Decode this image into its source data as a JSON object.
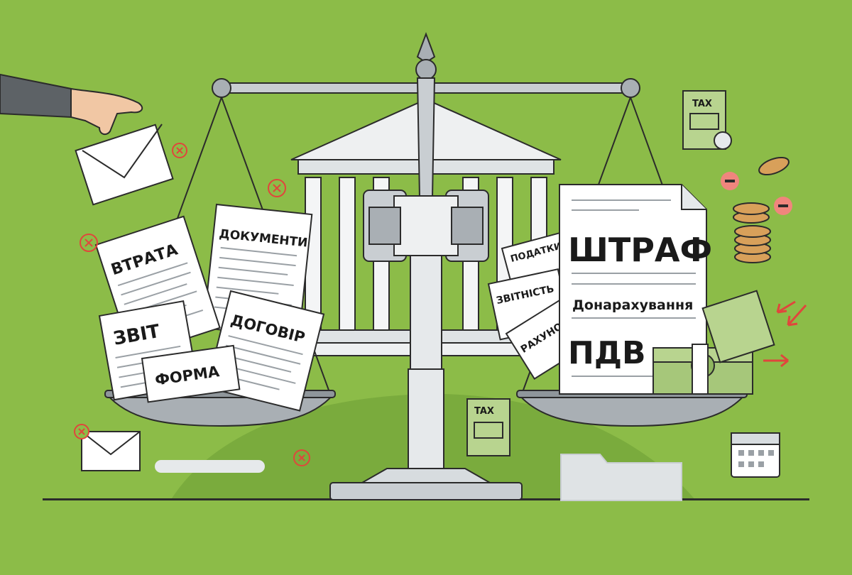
{
  "left_pan": {
    "documents": [
      {
        "label": "ВТРАТА"
      },
      {
        "label": "ДОКУМЕНТИ"
      },
      {
        "label": "ЗВІТ"
      },
      {
        "label": "ДОГОВІР"
      },
      {
        "label": "ФОРМА"
      }
    ]
  },
  "right_pan": {
    "main_document": {
      "title": "ШТРАФ",
      "subtitle": "Донарахування",
      "footer": "ПДВ"
    },
    "stacked_documents": [
      {
        "label": "ПОДАТКИ"
      },
      {
        "label": "ЗВІТНІСТЬ"
      },
      {
        "label": "РАХУНОК"
      }
    ]
  },
  "tax_forms": [
    {
      "label": "TAX"
    },
    {
      "label": "TAX"
    }
  ],
  "colors": {
    "background": "#8cbc48",
    "background_dark": "#7aab3d",
    "outline": "#2b2b2b",
    "metal": "#d7dcdf",
    "metal_dark": "#a9afb4",
    "paper": "#ffffff",
    "error_red": "#e0463c",
    "money_green": "#a6c77a",
    "coin_gold": "#d8a05a"
  },
  "icons": [
    "hand-icon",
    "envelope-icon",
    "error-x-icon",
    "courthouse-icon",
    "gavel-icon",
    "coin-stack-icon",
    "banknote-icon",
    "calendar-icon",
    "folder-icon",
    "arrow-icon",
    "minus-icon"
  ]
}
